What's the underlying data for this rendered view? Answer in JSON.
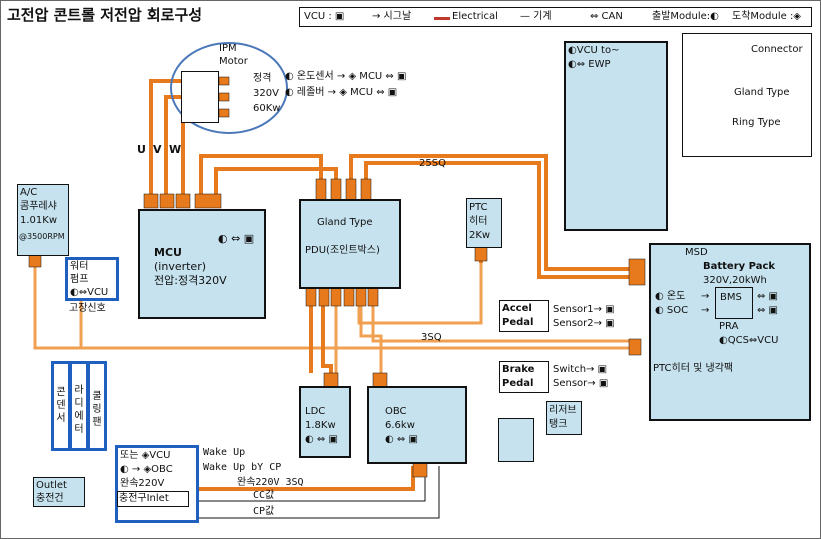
{
  "title": "고전압 콘트롤 저전압 회로구성",
  "legend": {
    "vcu": "VCU : ▣",
    "signal": "→ 시그날",
    "electrical": "Electrical",
    "mechanical": "— 기계",
    "can": "⇔ CAN",
    "out_module": "출발Module:◐",
    "arr_module": "도착Module :◈"
  },
  "key": {
    "connector": "Connector",
    "gland": "Gland Type",
    "ring": "Ring Type"
  },
  "ipm": {
    "title1": "IPM",
    "title2": "Motor",
    "l1": "정격",
    "l2": "320V",
    "l3": "60Kw",
    "s1": "◐  온도센서  →  ◈  MCU  ⇔  ▣",
    "s2": "◐  레졸버  →  ◈  MCU  ⇔  ▣"
  },
  "uvw": {
    "u": "U",
    "v": "V",
    "w": "W"
  },
  "ac": {
    "l1": "A/C",
    "l2": "콤푸레샤",
    "l3": "1.01Kw",
    "l4": "@3500RPM"
  },
  "mcu": {
    "name": "MCU",
    "l2": "(inverter)",
    "l3": "전압:정격320V",
    "can": "◐ ⇔ ▣"
  },
  "pdu": {
    "l1": "Gland Type",
    "l2": "PDU(조인트박스)"
  },
  "ptc": {
    "l1": "PTC",
    "l2": "히터",
    "l3": "2Kw"
  },
  "sq25": "25SQ",
  "sq3": "3SQ",
  "vcu_box": {
    "l1": "◐VCU to~",
    "l2": "◐⇔  EWP"
  },
  "battery": {
    "msd": "MSD",
    "name": "Battery Pack",
    "spec": "320V,20kWh",
    "temp": "◐ 온도",
    "soc": "◐ SOC",
    "bms": "BMS",
    "arr1": "→",
    "arr2": "→",
    "can1": "⇔ ▣",
    "can2": "⇔ ▣",
    "pra": "PRA",
    "qcs": "◐QCS⇔VCU",
    "ptc": "PTC히터 및 냉각팩"
  },
  "water_pump": {
    "l1": "워터",
    "l2": "펌프",
    "l3": "◐⇔VCU",
    "sub": "고장신호"
  },
  "accel": {
    "name1": "Accel",
    "name2": "Pedal",
    "s1": "Sensor1→  ▣",
    "s2": "Sensor2→  ▣"
  },
  "brake": {
    "name1": "Brake",
    "name2": "Pedal",
    "s1": "Switch→  ▣",
    "s2": "Sensor→  ▣"
  },
  "condenser": "콘덴서",
  "radiator": "라디에터",
  "fan": "쿨링팬",
  "ldc": {
    "l1": "LDC",
    "l2": "1.8Kw",
    "l3": "◐ ⇔ ▣"
  },
  "obc": {
    "l1": "OBC",
    "l2": "6.6kw",
    "l3": "◐  ⇔  ▣"
  },
  "reserve": {
    "l1": "리저브",
    "l2": "탱크"
  },
  "outlet": {
    "l1": "Outlet",
    "l2": "충전건"
  },
  "charger": {
    "l1": "또는  ◈VCU",
    "l2": "◐ → ◈OBC",
    "l3": "완속220V",
    "l4": "충전구Inlet",
    "wake1": "Wake Up",
    "wake2": "Wake Up bY CP",
    "slow": "완속220V  3SQ",
    "cc": "CC값",
    "cp": "CP값"
  }
}
